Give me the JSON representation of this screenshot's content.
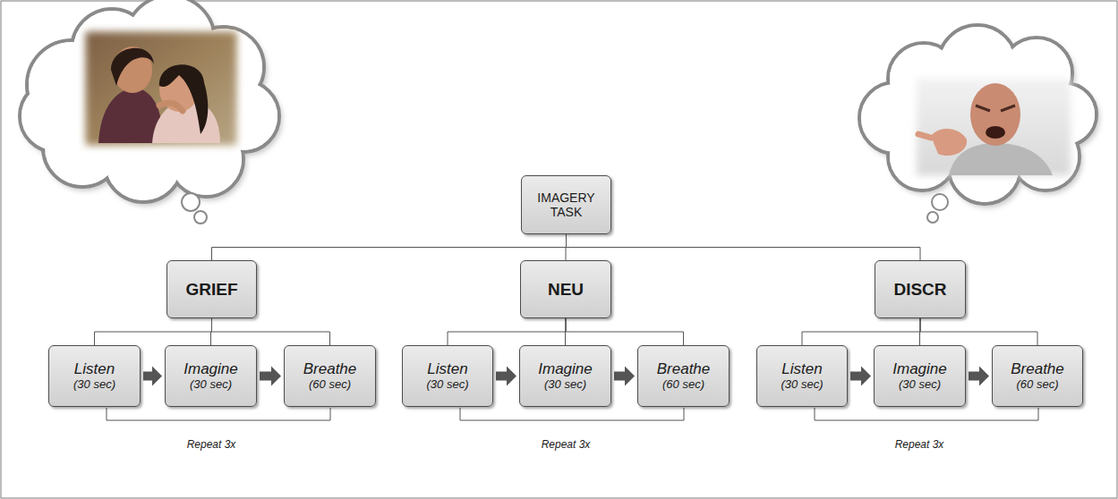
{
  "diagram": {
    "nodes": [
      {
        "text": [
          "IMAGERY TASK"
        ]
      },
      {
        "text": [
          "GRIEF"
        ]
      },
      {
        "text": [
          "NEU"
        ]
      },
      {
        "text": [
          "DISCR"
        ]
      },
      {
        "text": [
          "Listen",
          "(30 sec)"
        ]
      },
      {
        "text": [
          "Imagine",
          "(30 sec)"
        ]
      },
      {
        "text": [
          "Breathe",
          "(60 sec)"
        ]
      },
      {
        "text": [
          "Listen",
          "(30 sec)"
        ]
      },
      {
        "text": [
          "Imagine",
          "(30 sec)"
        ]
      },
      {
        "text": [
          "Breathe",
          "(60 sec)"
        ]
      },
      {
        "text": [
          "Listen",
          "(30 sec)"
        ]
      },
      {
        "text": [
          "Imagine",
          "(30 sec)"
        ]
      },
      {
        "text": [
          "Breathe",
          "(60 sec)"
        ]
      }
    ],
    "edges": [
      {
        "from": 0,
        "to": 1,
        "arrow": "none"
      },
      {
        "from": 0,
        "to": 2,
        "arrow": "none"
      },
      {
        "from": 0,
        "to": 3,
        "arrow": "none"
      },
      {
        "from": 1,
        "to": 4,
        "arrow": "none"
      },
      {
        "from": 1,
        "to": 5,
        "arrow": "none"
      },
      {
        "from": 1,
        "to": 6,
        "arrow": "none"
      },
      {
        "from": 4,
        "to": 5,
        "arrow": "to"
      },
      {
        "from": 5,
        "to": 6,
        "arrow": "to"
      },
      {
        "from": 2,
        "to": 7,
        "arrow": "none"
      },
      {
        "from": 2,
        "to": 8,
        "arrow": "none"
      },
      {
        "from": 2,
        "to": 9,
        "arrow": "none"
      },
      {
        "from": 7,
        "to": 8,
        "arrow": "to"
      },
      {
        "from": 8,
        "to": 9,
        "arrow": "to"
      },
      {
        "from": 3,
        "to": 10,
        "arrow": "none"
      },
      {
        "from": 3,
        "to": 11,
        "arrow": "none"
      },
      {
        "from": 3,
        "to": 12,
        "arrow": "none"
      },
      {
        "from": 10,
        "to": 11,
        "arrow": "to"
      },
      {
        "from": 11,
        "to": 12,
        "arrow": "to"
      }
    ],
    "labels": [
      "Repeat 3x",
      "Repeat 3x",
      "Repeat 3x"
    ]
  }
}
